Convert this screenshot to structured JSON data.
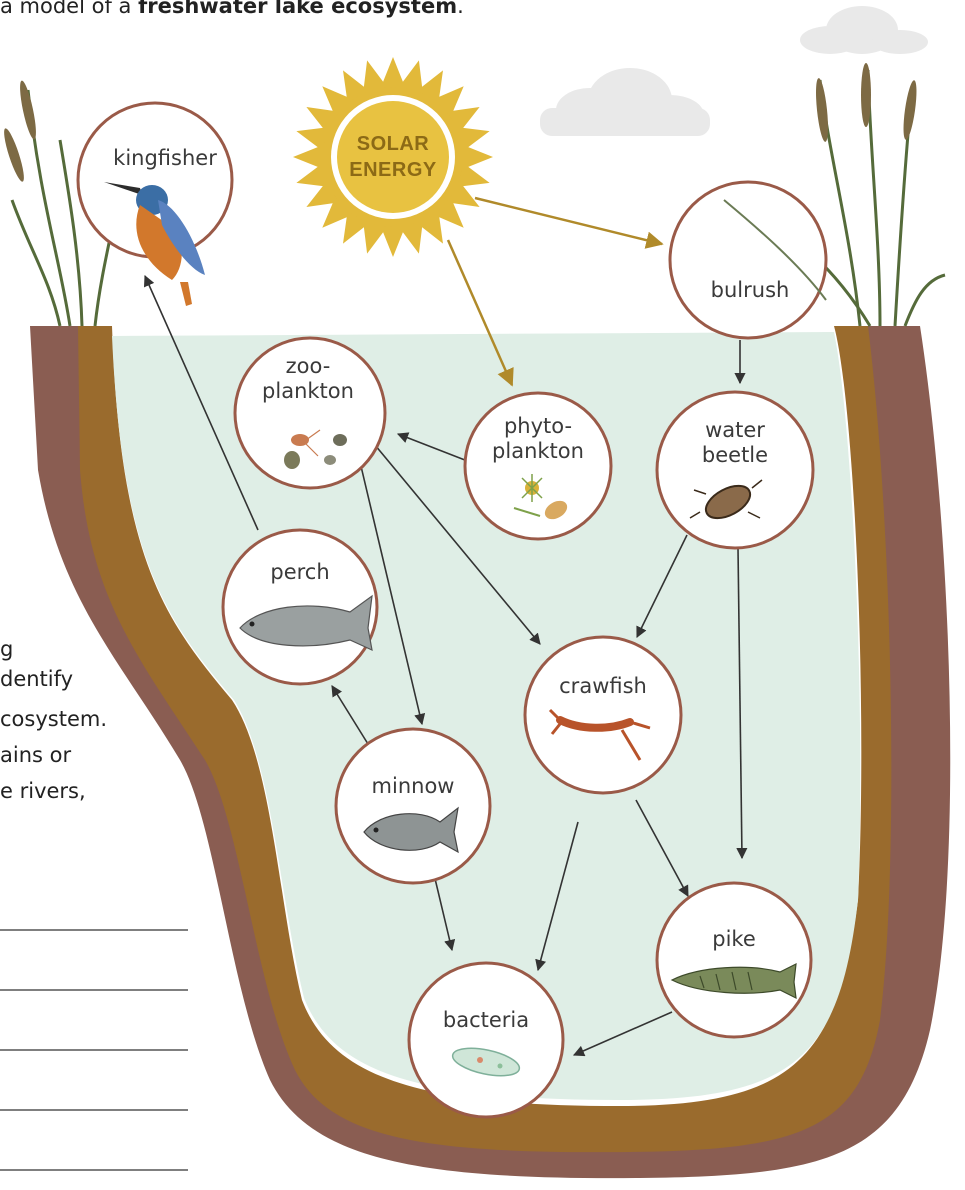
{
  "header": {
    "prefix": "a model of a ",
    "bold": "freshwater lake ecosystem",
    "suffix": "."
  },
  "sun": {
    "line1": "SOLAR",
    "line2": "ENERGY"
  },
  "left_text": {
    "lines": [
      "g",
      "dentify",
      "cosystem.",
      "ains or",
      "e rivers,"
    ]
  },
  "organisms": {
    "kingfisher": [
      "kingfisher"
    ],
    "bulrush": [
      "bulrush"
    ],
    "zooplankton": [
      "zoo-",
      "plankton"
    ],
    "phytoplankton": [
      "phyto-",
      "plankton"
    ],
    "water_beetle": [
      "water",
      "beetle"
    ],
    "perch": [
      "perch"
    ],
    "crawfish": [
      "crawfish"
    ],
    "minnow": [
      "minnow"
    ],
    "pike": [
      "pike"
    ],
    "bacteria": [
      "bacteria"
    ]
  },
  "colors": {
    "water": "#dfeee6",
    "soil_outer": "#8a5d52",
    "soil_inner": "#9a6b2d",
    "node_border": "#9a5a48",
    "sun": "#e2b93a",
    "solar_arrow": "#b08a2a",
    "food_arrow": "#333333",
    "cloud": "#e9e9e9"
  }
}
